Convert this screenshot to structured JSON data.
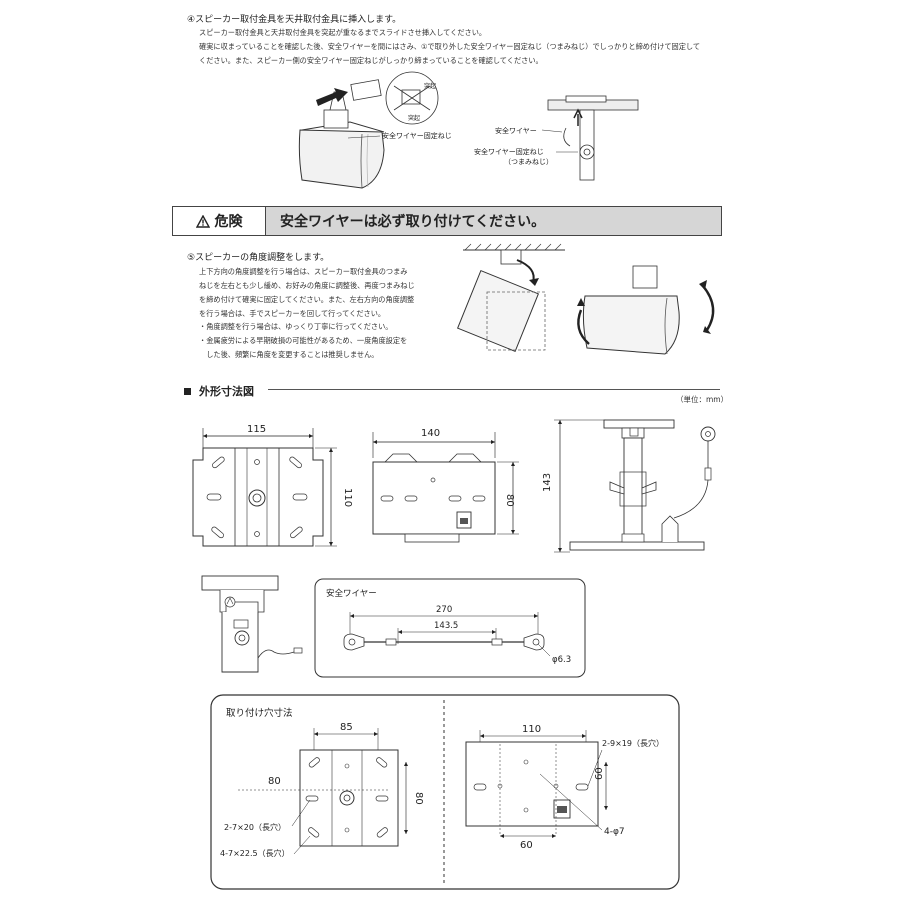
{
  "step4": {
    "title": "④スピーカー取付金具を天井取付金具に挿入します。",
    "lines": [
      "スピーカー取付金具と天井取付金具を突起が重なるまでスライドさせ挿入してください。",
      "確実に収まっていることを確認した後、安全ワイヤーを間にはさみ、①で取り外した安全ワイヤー固定ねじ（つまみねじ）でしっかりと締め付けて固定して",
      "ください。また、スピーカー側の安全ワイヤー固定ねじがしっかり締まっていることを確認してください。"
    ],
    "figure_labels": {
      "bump1": "突起",
      "bump2": "突起",
      "wire_screw": "安全ワイヤー固定ねじ",
      "safety_wire": "安全ワイヤー",
      "wire_screw2": "安全ワイヤー固定ねじ",
      "knob_screw": "（つまみねじ）"
    }
  },
  "danger": {
    "label": "危険",
    "message": "安全ワイヤーは必ず取り付けてください。"
  },
  "step5": {
    "title": "⑤スピーカーの角度調整をします。",
    "lines": [
      "上下方向の角度調整を行う場合は、スピーカー取付金具のつまみ",
      "ねじを左右とも少し緩め、お好みの角度に調整後、再度つまみねじ",
      "を締め付けて確実に固定してください。また、左右方向の角度調整",
      "を行う場合は、手でスピーカーを回して行ってください。"
    ],
    "notes": [
      "・角度調整を行う場合は、ゆっくり丁寧に行ってください。",
      "・金属疲労による早期破損の可能性があるため、一度角度設定を",
      "　した後、頻繁に角度を変更することは推奨しません。"
    ]
  },
  "dimensions": {
    "title": "外形寸法図",
    "unit": "（単位：mm）",
    "front_width": "115",
    "front_height": "110",
    "top_width": "140",
    "top_height": "80",
    "side_height": "143"
  },
  "wire": {
    "title": "安全ワイヤー",
    "total": "270",
    "inner": "143.5",
    "hole": "φ6.3"
  },
  "mounting": {
    "title": "取り付け穴寸法",
    "left_width": "85",
    "left_offset": "80",
    "left_height": "80",
    "left_slot_a": "2-7×20（長穴）",
    "left_slot_b": "4-7×22.5（長穴）",
    "right_width": "110",
    "right_height": "60",
    "right_bottom": "60",
    "right_slot": "2-9×19（長穴）",
    "right_hole": "4-φ7"
  }
}
